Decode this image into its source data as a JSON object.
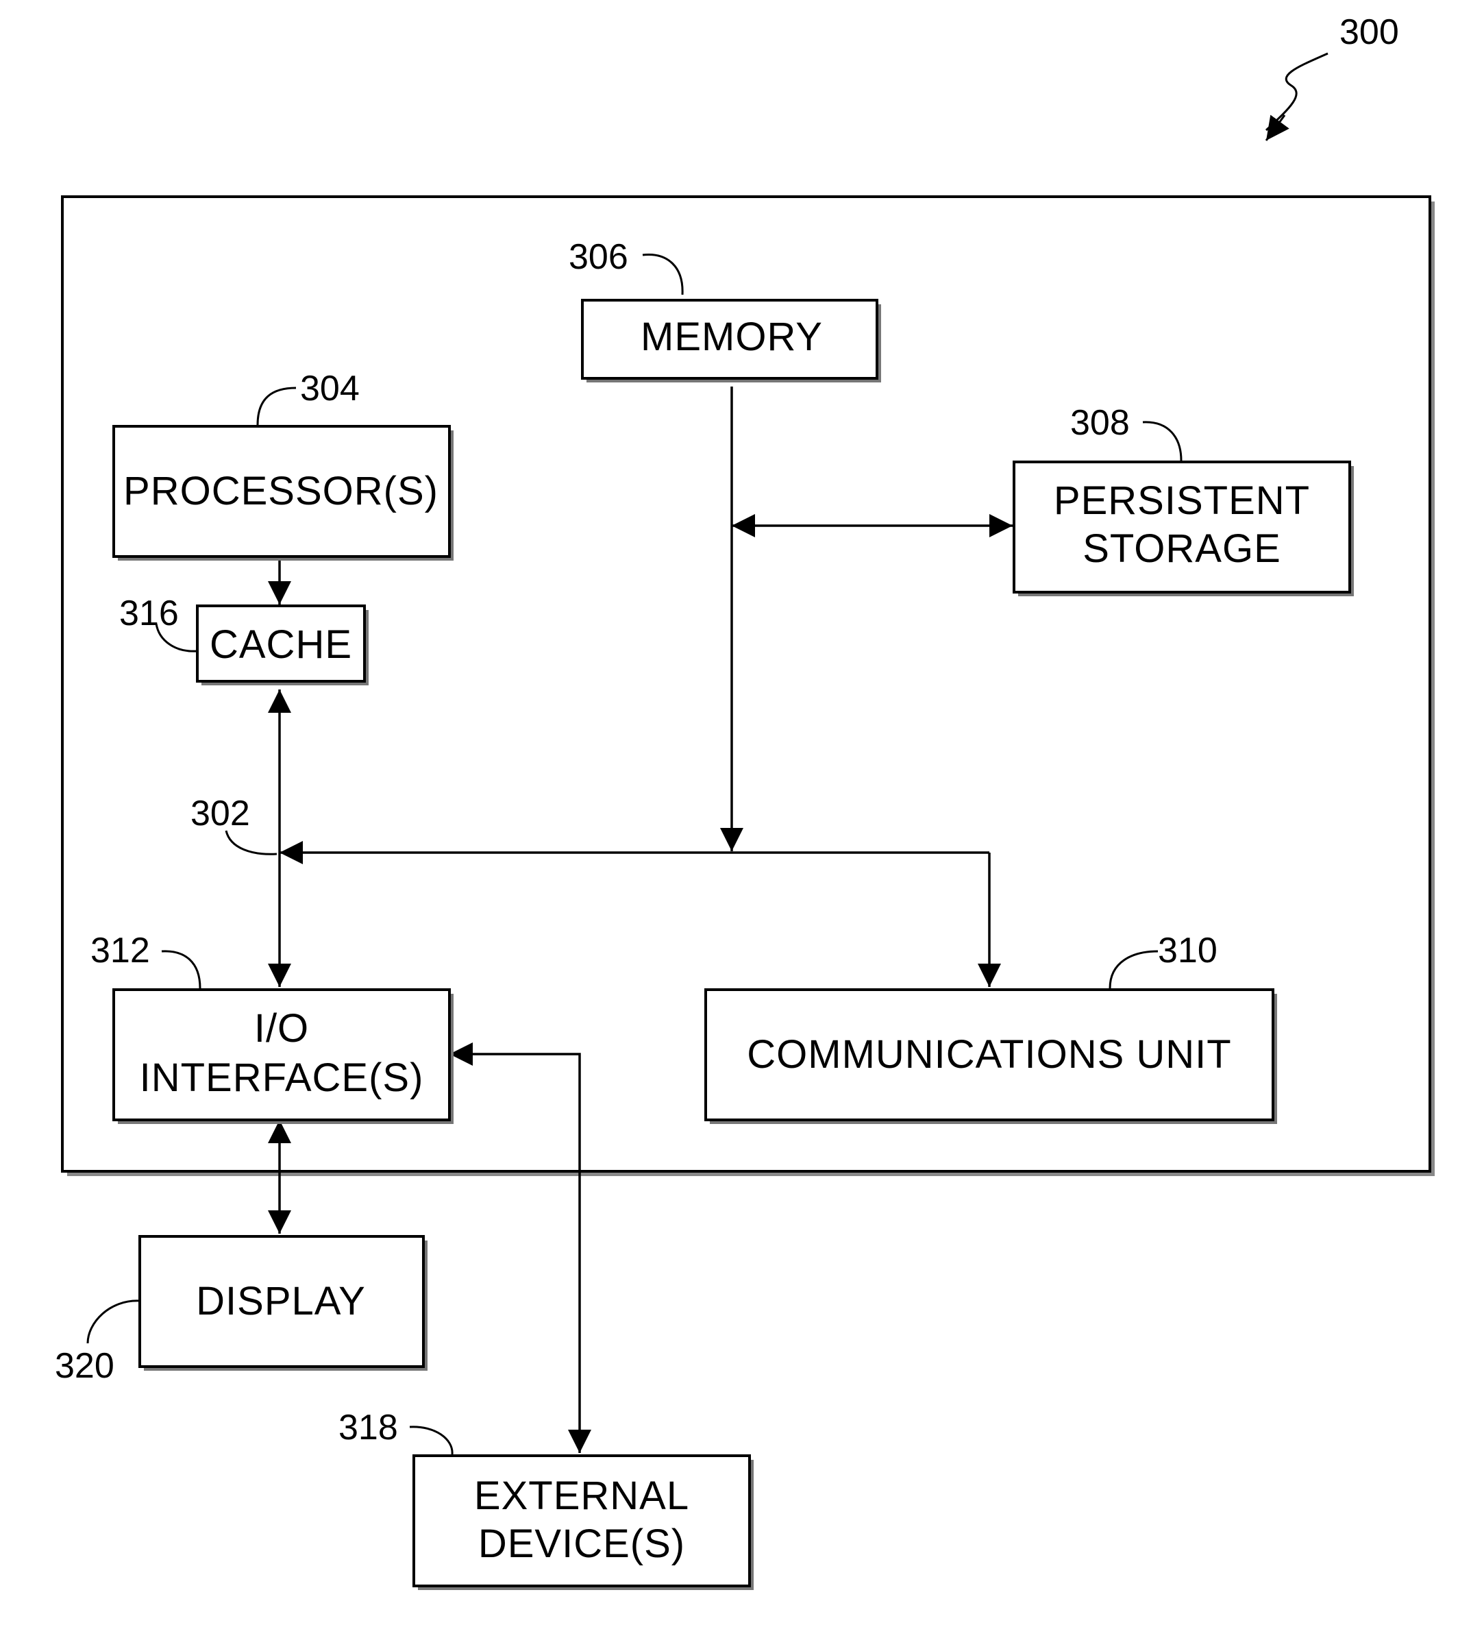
{
  "figure": {
    "ref": "300",
    "bus_ref": "302",
    "blocks": {
      "memory": {
        "ref": "306",
        "lines": [
          "MEMORY"
        ]
      },
      "processor": {
        "ref": "304",
        "lines": [
          "PROCESSOR(S)"
        ]
      },
      "cache": {
        "ref": "316",
        "lines": [
          "CACHE"
        ]
      },
      "persistent_storage": {
        "ref": "308",
        "lines": [
          "PERSISTENT",
          "STORAGE"
        ]
      },
      "io_interface": {
        "ref": "312",
        "lines": [
          "I/O",
          "INTERFACE(S)"
        ]
      },
      "communications_unit": {
        "ref": "310",
        "lines": [
          "COMMUNICATIONS UNIT"
        ]
      },
      "display": {
        "ref": "320",
        "lines": [
          "DISPLAY"
        ]
      },
      "external_devices": {
        "ref": "318",
        "lines": [
          "EXTERNAL",
          "DEVICE(S)"
        ]
      }
    },
    "connections": [
      {
        "from": "processor",
        "to": "cache",
        "arrows": "to"
      },
      {
        "from": "cache",
        "to": "bus",
        "arrows": "both"
      },
      {
        "from": "memory",
        "to": "bus",
        "arrows": "to"
      },
      {
        "from": "memory",
        "to": "persistent_storage",
        "arrows": "both"
      },
      {
        "from": "bus",
        "to": "communications_unit",
        "arrows": "to"
      },
      {
        "from": "bus",
        "to": "io_interface",
        "arrows": "both"
      },
      {
        "from": "io_interface",
        "to": "display",
        "arrows": "both"
      },
      {
        "from": "io_interface",
        "to": "external_devices",
        "arrows": "both"
      }
    ]
  }
}
